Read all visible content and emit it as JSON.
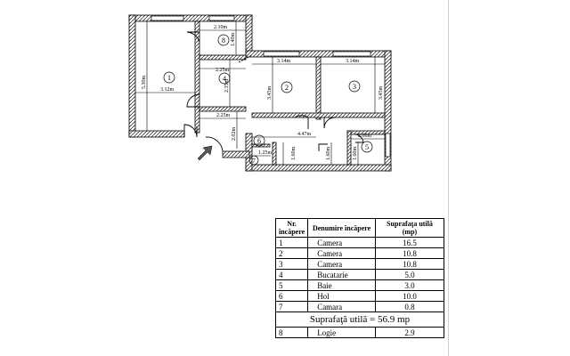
{
  "plan": {
    "room_numbers": [
      "1",
      "2",
      "3",
      "4",
      "5",
      "6",
      "7",
      "8"
    ],
    "dimensions": [
      "2.10m",
      "1.40m",
      "5.30m",
      "3.12m",
      "2.25m",
      "2.35m",
      "3.14m",
      "3.14m",
      "3.45m",
      "3.45m",
      "2.25m",
      "2.02m",
      "4.47m",
      "2.00m",
      "1.60m",
      "1.60m",
      "1.60m",
      "1.25m"
    ]
  },
  "table": {
    "headers": [
      "Nr. încăpere",
      "Denumire încăpere",
      "Suprafaţa utilă (mp)"
    ],
    "rows": [
      {
        "nr": "1",
        "name": "Camera",
        "area": "16.5"
      },
      {
        "nr": "2",
        "name": "Camera",
        "area": "10.8"
      },
      {
        "nr": "3",
        "name": "Camera",
        "area": "10.8"
      },
      {
        "nr": "4",
        "name": "Bucatarie",
        "area": "5.0"
      },
      {
        "nr": "5",
        "name": "Baie",
        "area": "3.0"
      },
      {
        "nr": "6",
        "name": "Hol",
        "area": "10.0"
      },
      {
        "nr": "7",
        "name": "Camara",
        "area": "0.8"
      }
    ],
    "total_label": "Suprafaţă utilă =",
    "total_value": "56.9 mp",
    "extra_row": {
      "nr": "8",
      "name": "Logie",
      "area": "2.9"
    }
  },
  "colors": {
    "wall": "#ffffff",
    "hatch": "#1a1a1a",
    "line": "#000000"
  }
}
